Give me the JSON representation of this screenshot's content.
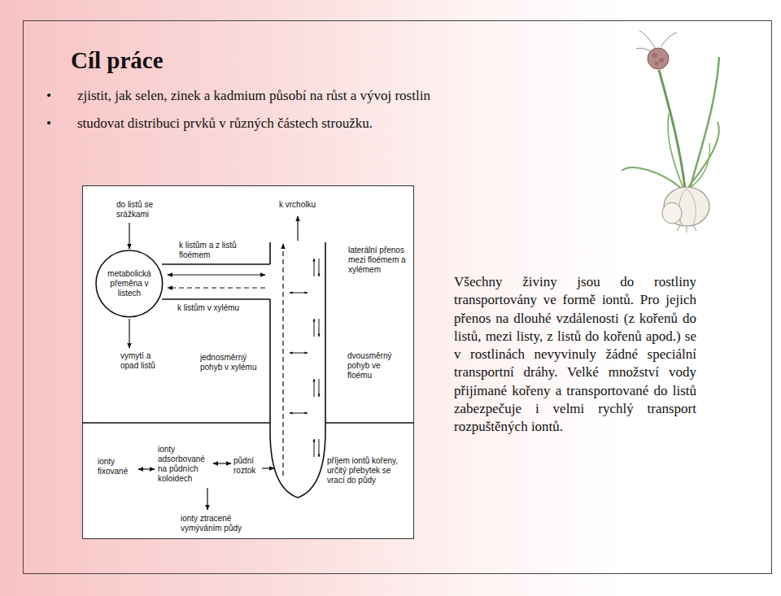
{
  "diagram": {
    "title": "Cíl práce",
    "nodes": [
      {
        "text": [
          "metabolická přeměna v listech"
        ]
      }
    ],
    "labels": [
      "•",
      "zjistit, jak selen, zinek a kadmium působí na růst a vývoj rostlin",
      "•",
      "studovat distribuci prvků v různých částech stroužku.",
      "Všechny živiny jsou do rostliny transportovány ve formě iontů. Pro jejich přenos na dlouhé vzdálenosti (z kořenů do listů, mezi listy, z listů do kořenů apod.) se v rostlinách nevyvinuly žádné speciální transportní dráhy. Velké množství vody přijímané kořeny a transportované do listů zabezpečuje i velmi rychlý transport rozpuštěných iontů.",
      "do listů se srážkami",
      "k vrcholku",
      "k listům a z listů floémem",
      "laterální přenos mezi floémem a xylémem",
      "k listům v xylému",
      "vymytí a opad listů",
      "jednosměrný pohyb v xylému",
      "dvousměrný pohyb ve floému",
      "ionty fixované",
      "ionty adsorbované na půdních koloidech",
      "půdní roztok",
      "příjem iontů kořeny, určitý přebytek se vrací do půdy",
      "ionty ztracené vymýváním půdy"
    ]
  }
}
